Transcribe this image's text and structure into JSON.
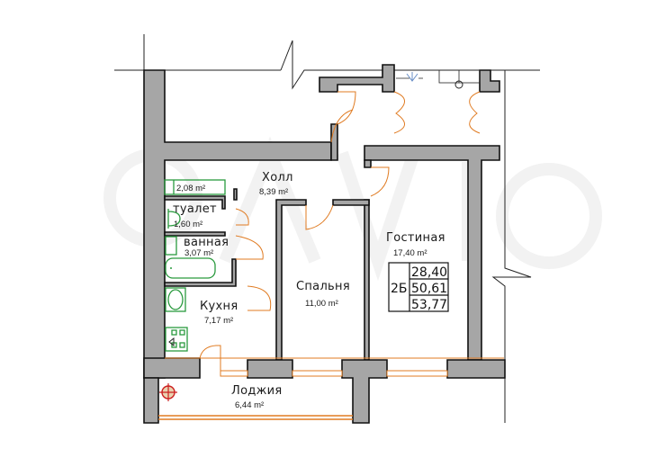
{
  "plan": {
    "title": "2-room apartment floor plan",
    "colors": {
      "wall": "#a6a6a6",
      "door": "#e07b22",
      "fixture": "#2a9a3e",
      "gas_marker": "#cc1f1f"
    },
    "rooms": [
      {
        "id": "hall",
        "name": "Холл",
        "area": "8,39 m²"
      },
      {
        "id": "storage",
        "name": "",
        "area": "2,08 m²"
      },
      {
        "id": "toilet",
        "name": "туалет",
        "area": "1,60 m²"
      },
      {
        "id": "bathroom",
        "name": "ванная",
        "area": "3,07 m²"
      },
      {
        "id": "kitchen",
        "name": "Кухня",
        "area": "7,17 m²"
      },
      {
        "id": "bedroom",
        "name": "Спальня",
        "area": "11,00 m²"
      },
      {
        "id": "living",
        "name": "Гостиная",
        "area": "17,40 m²"
      },
      {
        "id": "loggia",
        "name": "Лоджия",
        "area": "6,44 m²"
      }
    ],
    "summary_table": {
      "type": "2Б",
      "living_area": "28,40",
      "total_area": "50,61",
      "total_with_loggia": "53,77"
    },
    "icons": [
      "gas-riser-icon",
      "stair-arrow-icon",
      "sink-icon",
      "stove-icon",
      "bathtub-icon",
      "toilet-icon"
    ]
  }
}
